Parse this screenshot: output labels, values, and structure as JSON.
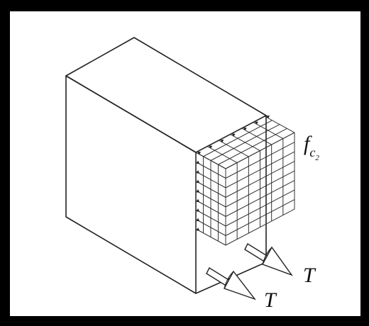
{
  "labels": {
    "stress_symbol": "f",
    "stress_subscript": "c",
    "stress_sub_subscript": "2",
    "force_upper": "T",
    "force_lower": "T"
  },
  "colors": {
    "outer_background": "#000000",
    "panel_background": "#ffffff",
    "line": "#222222",
    "mesh_line": "#333333"
  },
  "icons": {
    "force_arrow": "cone-arrow-icon",
    "stress_arrow": "small-arrowhead-icon"
  }
}
